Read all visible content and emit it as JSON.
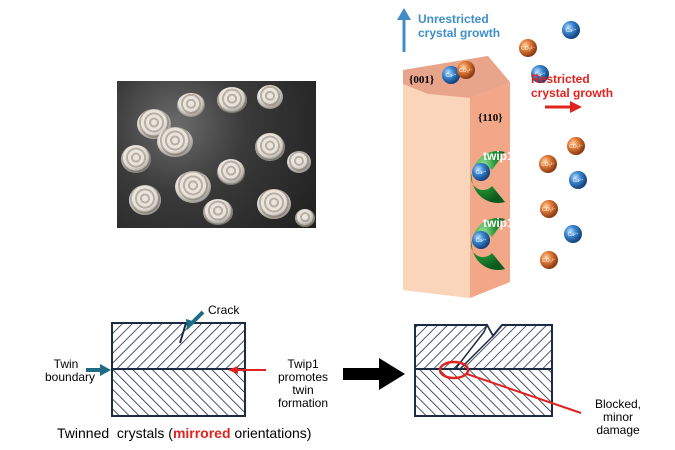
{
  "top_right": {
    "unrestricted_label": "Unrestricted crystal growth",
    "restricted_label": "Restricted crystal growth",
    "face_001": "{001}",
    "face_110": "{110}",
    "protein_label": "twip1",
    "ion_ca": "Ca²⁺",
    "ion_co3": "CO₃²⁻",
    "colors": {
      "blue_arrow": "#3f8ec8",
      "red_arrow": "#e0231f",
      "crystal": "#f8c8a8",
      "protein": "#2a9a3c",
      "ca_ion": "#2b74c0",
      "co3_ion": "#d86a2a"
    }
  },
  "bottom_left": {
    "crack_label": "Crack",
    "twin_boundary_label": "Twin boundary",
    "twip1_label": "Twip1 promotes twin formation"
  },
  "bottom_right": {
    "blocked_label": "Blocked, minor damage"
  },
  "caption": {
    "prefix": "Twinned  crystals (",
    "emphasis": "mirrored",
    "suffix": " orientations)"
  }
}
